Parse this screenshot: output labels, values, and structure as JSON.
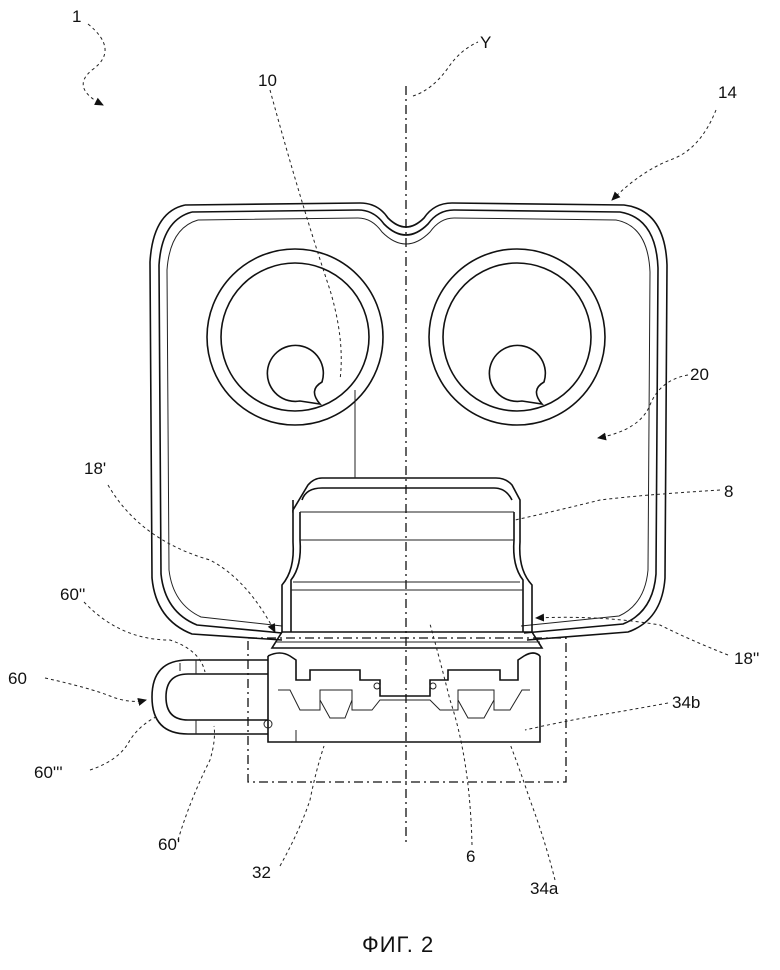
{
  "caption": "ФИГ. 2",
  "labels": {
    "ref_1": "1",
    "ref_y": "Y",
    "ref_10": "10",
    "ref_14": "14",
    "ref_20": "20",
    "ref_18a": "18'",
    "ref_8": "8",
    "ref_60b": "60''",
    "ref_60": "60",
    "ref_18b": "18''",
    "ref_34b": "34b",
    "ref_60c": "60'''",
    "ref_60a": "60'",
    "ref_32": "32",
    "ref_6": "6",
    "ref_34a": "34a"
  }
}
